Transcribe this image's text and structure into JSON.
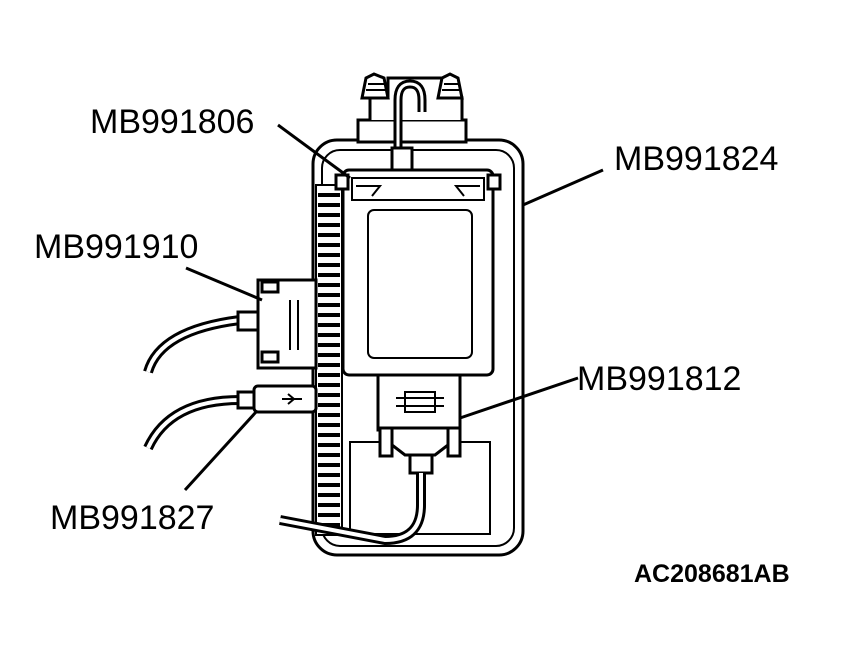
{
  "labels": {
    "mb991806": "MB991806",
    "mb991824": "MB991824",
    "mb991910": "MB991910",
    "mb991812": "MB991812",
    "mb991827": "MB991827"
  },
  "figure_code": "AC208681AB"
}
